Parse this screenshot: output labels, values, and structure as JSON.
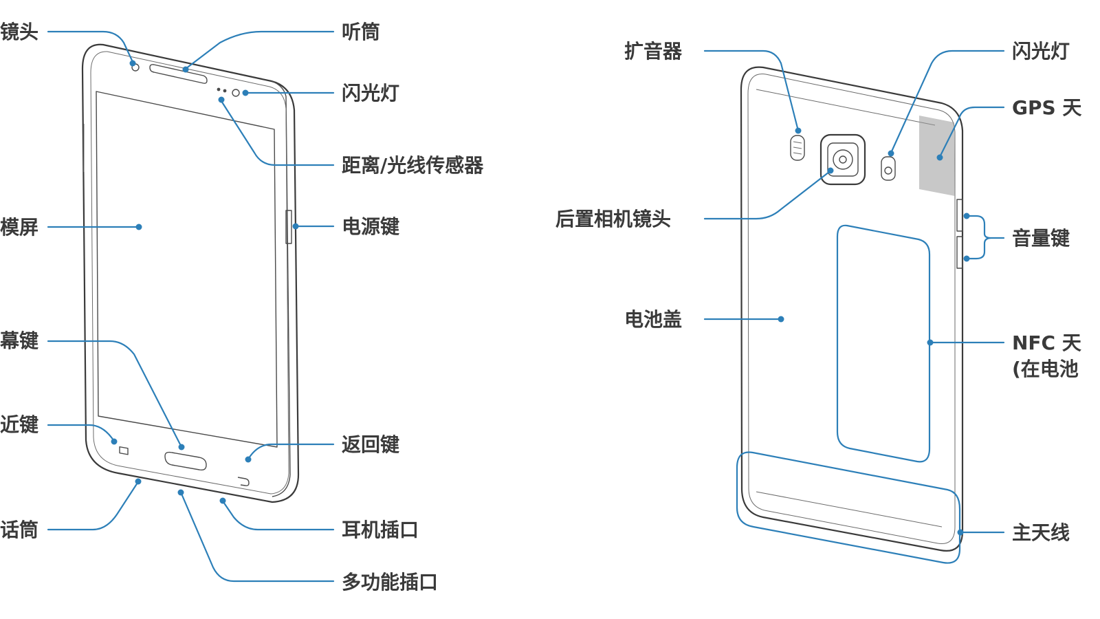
{
  "colors": {
    "leader": "#2c7fb8",
    "outline": "#3a3a3a",
    "label": "#3a3a3a",
    "gps_area": "#9a9a9a"
  },
  "front": {
    "labels": {
      "front_camera": "镜头",
      "earpiece": "听筒",
      "flash": "闪光灯",
      "sensor": "距离/光线传感器",
      "touchscreen": "模屏",
      "power": "电源键",
      "home": "幕键",
      "recent": "近键",
      "back": "返回键",
      "mic": "话筒",
      "headset": "耳机插口",
      "multipurpose": "多功能插口"
    }
  },
  "rear": {
    "labels": {
      "speaker": "扩音器",
      "flash": "闪光灯",
      "gps": "GPS 天",
      "rear_camera": "后置相机镜头",
      "volume": "音量键",
      "battery_cover": "电池盖",
      "nfc_line1": "NFC 天",
      "nfc_line2": "(在电池",
      "main_antenna": "主天线"
    }
  }
}
